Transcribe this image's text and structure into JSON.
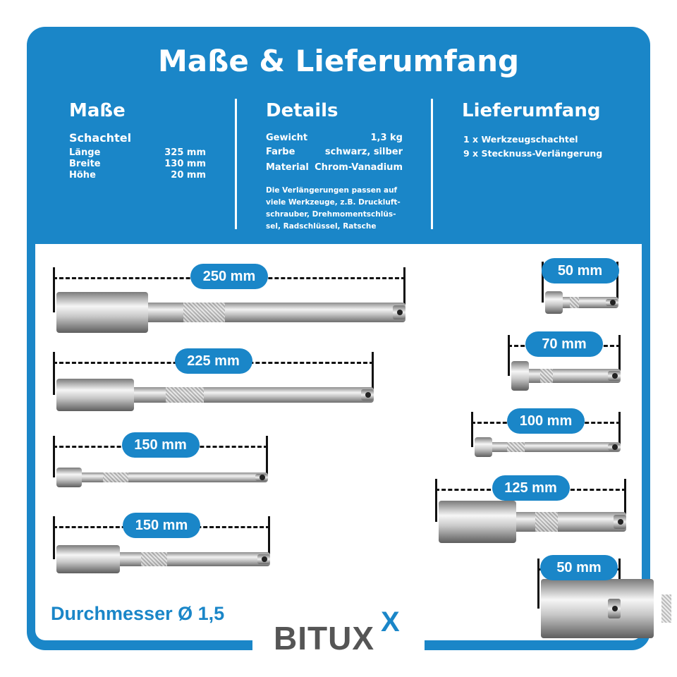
{
  "title": "Maße & Lieferumfang",
  "masse": {
    "heading": "Maße",
    "sub": "Schachtel",
    "rows": [
      {
        "k": "Länge",
        "v": "325 mm"
      },
      {
        "k": "Breite",
        "v": "130 mm"
      },
      {
        "k": "Höhe",
        "v": "20 mm"
      }
    ]
  },
  "details": {
    "heading": "Details",
    "rows": [
      {
        "k": "Gewicht",
        "v": "1,3 kg"
      },
      {
        "k": "Farbe",
        "v": "schwarz, silber"
      },
      {
        "k": "Material",
        "v": "Chrom-Vanadium"
      }
    ],
    "note": [
      "Die Verlängerungen passen auf",
      "viele Werkzeuge, z.B. Druckluft-",
      "schrauber, Drehmomentschlüs-",
      "sel, Radschlüssel, Ratsche"
    ]
  },
  "lieferumfang": {
    "heading": "Lieferumfang",
    "items": [
      "1 x Werkzeugschachtel",
      "9 x Stecknuss-Verlängerung"
    ]
  },
  "extensions": [
    "250 mm",
    "225 mm",
    "150 mm",
    "150 mm",
    "50 mm",
    "70 mm",
    "100 mm",
    "125 mm",
    "50 mm"
  ],
  "diameter": "Durchmesser Ø 1,5",
  "logo": "BITUXX",
  "colors": {
    "brand": "#1a86c8"
  }
}
